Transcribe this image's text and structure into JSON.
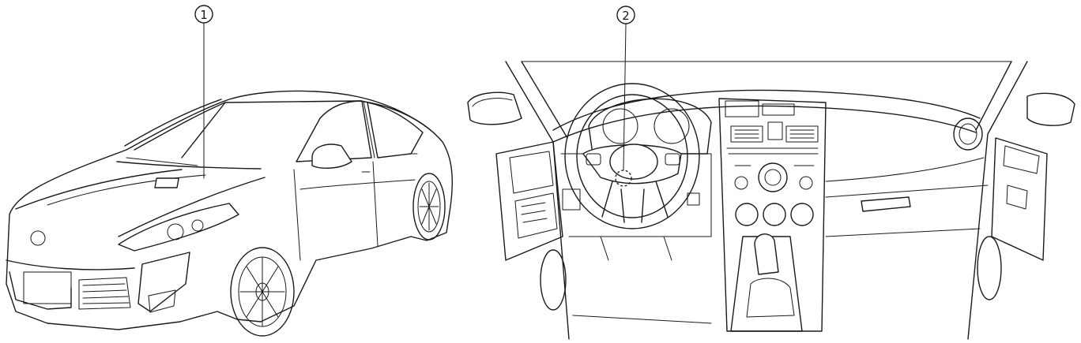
{
  "callouts": [
    {
      "label": "1",
      "target": "sensor-on-windshield"
    },
    {
      "label": "2",
      "target": "steering-wheel-switch"
    }
  ],
  "colors": {
    "line": "#1a1a1a",
    "background": "#ffffff"
  }
}
